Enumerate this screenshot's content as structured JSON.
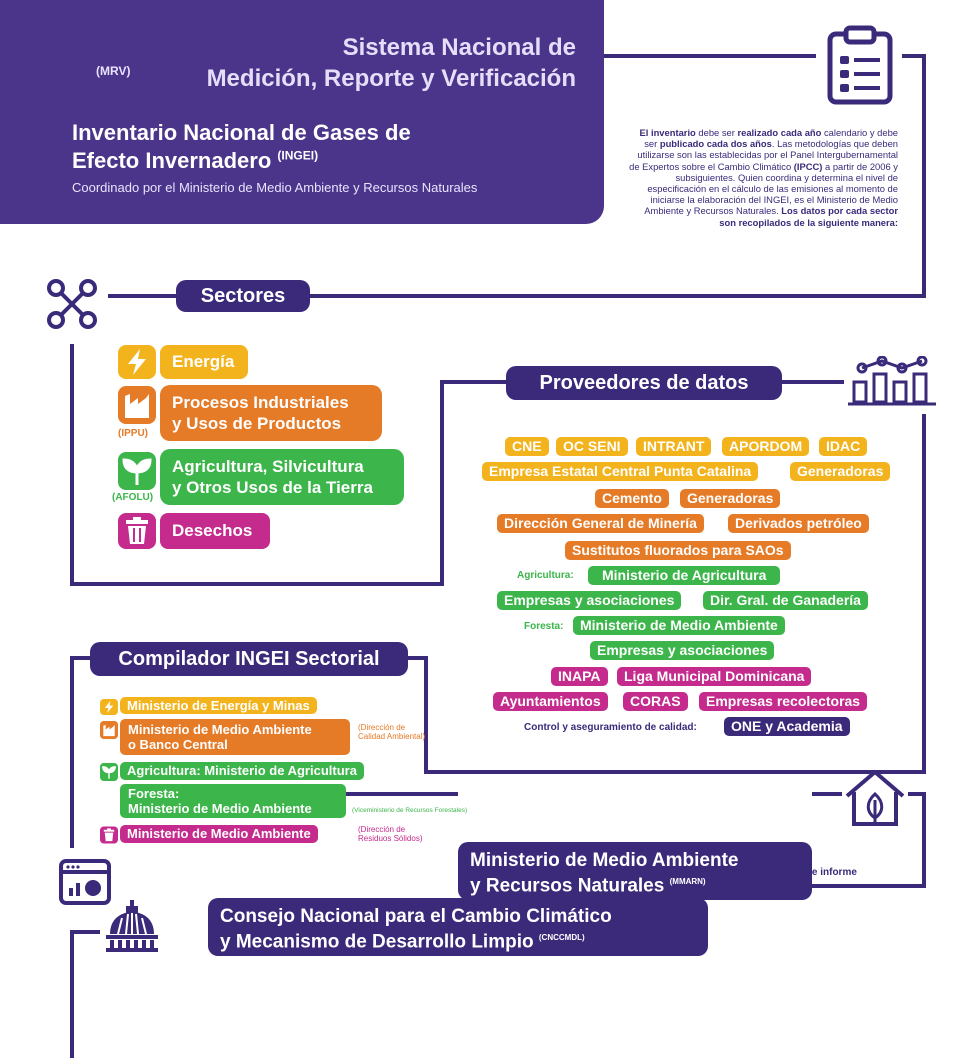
{
  "header": {
    "mrv_tag": "(MRV)",
    "title_line1": "Sistema Nacional de",
    "title_line2": "Medición, Reporte y Verificación",
    "ingei_line1": "Inventario Nacional de Gases de",
    "ingei_line2": "Efecto Invernadero",
    "ingei_tag": "(INGEI)",
    "coordinator": "Coordinado por el Ministerio de Medio Ambiente y Recursos Naturales"
  },
  "description": {
    "b1": "El inventario",
    "t1": " debe ser ",
    "b2": "realizado cada año",
    "t2": " calendario y debe ser ",
    "b3": "publicado cada dos años",
    "t3": ". Las metodologías que deben utilizarse son las establecidas por el Panel Intergubernamental de Expertos sobre el Cambio Climático ",
    "b4": "(IPCC)",
    "t4": " a partir de 2006 y subsiguientes. Quien coordina y determina el nivel de especificación en el cálculo de las emisiones al momento de iniciarse la elaboración del INGEI, es el Ministerio de Medio Ambiente y Recursos Naturales. ",
    "b5": "Los datos por cada sector son recopilados de la siguiente manera:"
  },
  "sectores": {
    "title": "Sectores",
    "items": [
      {
        "label": "Energía",
        "color": "#f2b31d"
      },
      {
        "label1": "Procesos Industriales",
        "label2": "y Usos de Productos",
        "tag": "(IPPU)",
        "color": "#e57a27"
      },
      {
        "label1": "Agricultura, Silvicultura",
        "label2": "y Otros Usos de la Tierra",
        "tag": "(AFOLU)",
        "color": "#3cb54a"
      },
      {
        "label": "Desechos",
        "color": "#c42b8c"
      }
    ]
  },
  "proveedores": {
    "title": "Proveedores de datos",
    "energia": [
      "CNE",
      "OC SENI",
      "INTRANT",
      "APORDOM",
      "IDAC",
      "Empresa Estatal Central Punta Catalina",
      "Generadoras"
    ],
    "ippu": [
      "Cemento",
      "Generadoras",
      "Dirección General de Minería",
      "Derivados petróleo",
      "Sustitutos fluorados para SAOs"
    ],
    "agricultura_label": "Agricultura:",
    "agricultura": [
      "Ministerio de Agricultura",
      "Empresas y asociaciones",
      "Dir. Gral. de Ganadería"
    ],
    "foresta_label": "Foresta:",
    "foresta": [
      "Ministerio de Medio Ambiente",
      "Empresas y asociaciones"
    ],
    "desechos": [
      "INAPA",
      "Liga Municipal Dominicana",
      "Ayuntamientos",
      "CORAS",
      "Empresas recolectoras"
    ],
    "control_label": "Control y aseguramiento de calidad:",
    "control": "ONE y Academia"
  },
  "compilador": {
    "title": "Compilador INGEI Sectorial",
    "energia": "Ministerio de Energía y Minas",
    "ippu1": "Ministerio de Medio Ambiente",
    "ippu2": "o Banco Central",
    "ippu_note1": "(Dirección de",
    "ippu_note2": "Calidad Ambiental)",
    "agricultura": "Agricultura: Ministerio de Agricultura",
    "foresta1": "Foresta:",
    "foresta2": "Ministerio de Medio Ambiente",
    "foresta_note": "(Viceministerio de Recursos Forestales)",
    "desechos": "Ministerio de Medio Ambiente",
    "desechos_note1": "(Dirección de",
    "desechos_note2": "Residuos Sólidos)"
  },
  "mmarn": {
    "line1": "Ministerio de Medio Ambiente",
    "line2": "y Recursos Naturales",
    "tag": "(MMARN)"
  },
  "remision": "Remisión de informe",
  "cnccmdl": {
    "line1": "Consejo Nacional para el Cambio Climático",
    "line2": "y Mecanismo de Desarrollo Limpio",
    "tag": "(CNCCMDL)"
  },
  "colors": {
    "purple": "#4a358a",
    "dark": "#3b2a7a",
    "yellow": "#f2b31d",
    "orange": "#e57a27",
    "green": "#3cb54a",
    "magenta": "#c42b8c"
  },
  "icons": [
    "clipboard-list-icon",
    "network-nodes-icon",
    "lightning-icon",
    "factory-icon",
    "sprout-icon",
    "trash-icon",
    "bar-chart-people-icon",
    "dashboard-window-icon",
    "eco-house-icon",
    "dome-building-icon"
  ]
}
